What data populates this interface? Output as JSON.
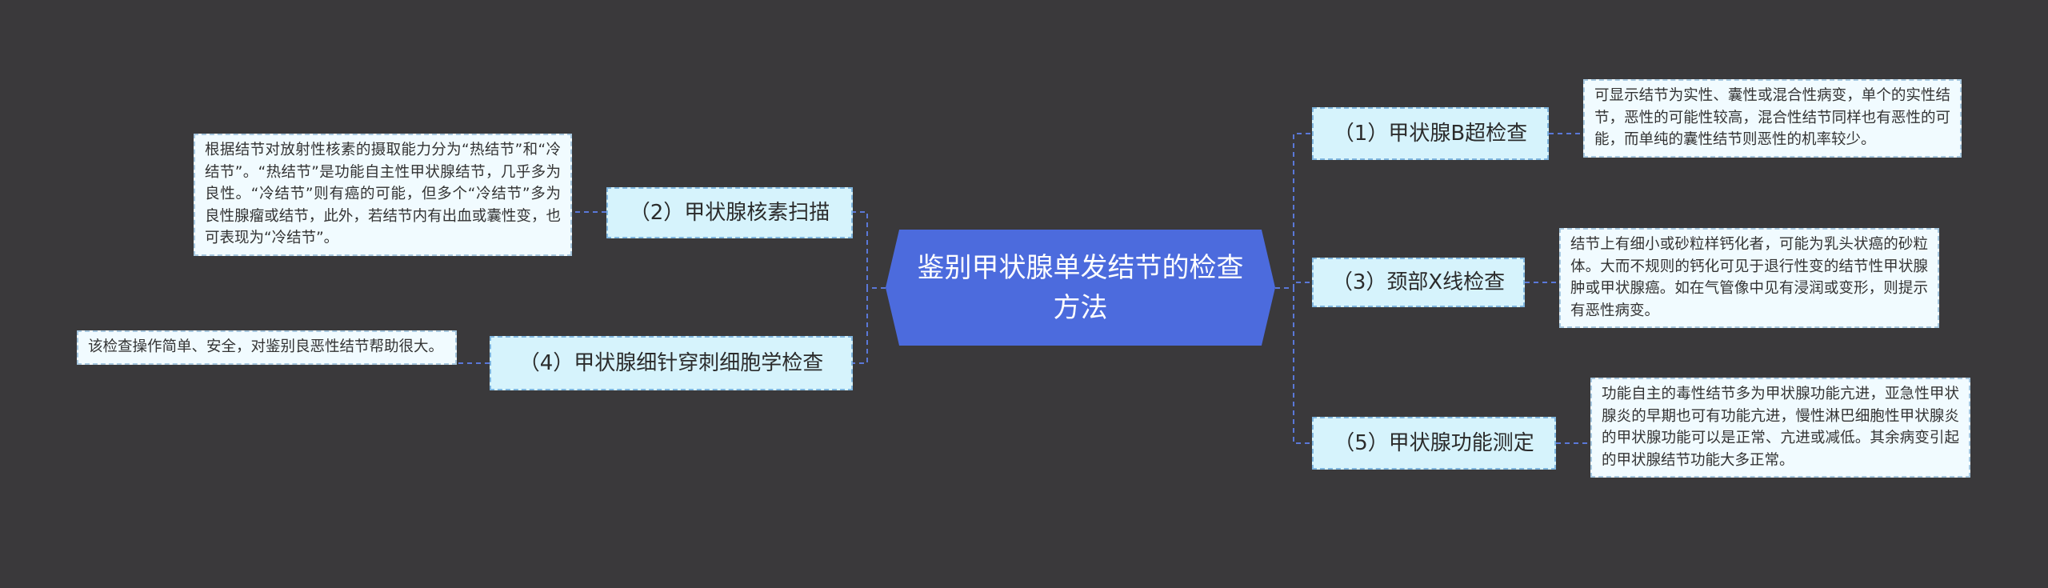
{
  "colors": {
    "background": "#3a393b",
    "root_fill": "#4c6bdd",
    "branch_fill": "#d6f3fc",
    "branch_border": "#7fb6df",
    "leaf_fill": "#f1fbff",
    "leaf_border": "#a6c7df",
    "connector": "#5a78d8"
  },
  "root": {
    "title": "鉴别甲状腺单发结节的检查方法"
  },
  "branches": [
    {
      "label": "（1）甲状腺B超检查",
      "detail": "可显示结节为实性、囊性或混合性病变，单个的实性结节，恶性的可能性较高，混合性结节同样也有恶性的可能，而单纯的囊性结节则恶性的机率较少。"
    },
    {
      "label": "（2）甲状腺核素扫描",
      "detail": "根据结节对放射性核素的摄取能力分为“热结节”和“冷结节”。“热结节”是功能自主性甲状腺结节，几乎多为良性。“冷结节”则有癌的可能，但多个“冷结节”多为良性腺瘤或结节，此外，若结节内有出血或囊性变，也可表现为“冷结节”。"
    },
    {
      "label": "（3）颈部X线检查",
      "detail": "结节上有细小或砂粒样钙化者，可能为乳头状癌的砂粒体。大而不规则的钙化可见于退行性变的结节性甲状腺肿或甲状腺癌。如在气管像中见有浸润或变形，则提示有恶性病变。"
    },
    {
      "label": "（4）甲状腺细针穿刺细胞学检查",
      "detail": "该检查操作简单、安全，对鉴别良恶性结节帮助很大。"
    },
    {
      "label": "（5）甲状腺功能测定",
      "detail": "功能自主的毒性结节多为甲状腺功能亢进，亚急性甲状腺炎的早期也可有功能亢进，慢性淋巴细胞性甲状腺炎的甲状腺功能可以是正常、亢进或减低。其余病变引起的甲状腺结节功能大多正常。"
    }
  ]
}
